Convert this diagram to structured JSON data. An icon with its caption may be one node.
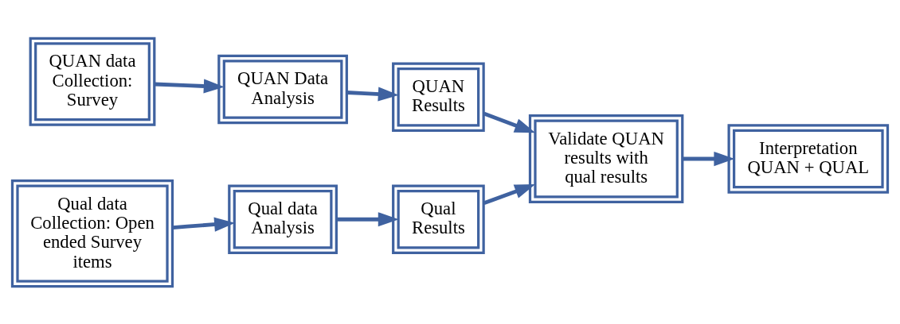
{
  "diagram": {
    "nodes": [
      {
        "text": [
          "QUAN data Collection: Survey"
        ]
      },
      {
        "text": [
          "QUAN Data Analysis"
        ]
      },
      {
        "text": [
          "QUAN Results"
        ]
      },
      {
        "text": [
          "Validate QUAN results with qual results"
        ]
      },
      {
        "text": [
          "Interpretation QUAN + QUAL"
        ]
      },
      {
        "text": [
          "Qual data Collection: Open ended Survey items"
        ]
      },
      {
        "text": [
          "Qual data Analysis"
        ]
      },
      {
        "text": [
          "Qual Results"
        ]
      }
    ],
    "edges": [
      {
        "from": 0,
        "to": 1,
        "arrow": "to"
      },
      {
        "from": 1,
        "to": 2,
        "arrow": "to"
      },
      {
        "from": 2,
        "to": 3,
        "arrow": "to"
      },
      {
        "from": 5,
        "to": 6,
        "arrow": "to"
      },
      {
        "from": 6,
        "to": 7,
        "arrow": "to"
      },
      {
        "from": 7,
        "to": 3,
        "arrow": "to"
      },
      {
        "from": 3,
        "to": 4,
        "arrow": "to"
      }
    ]
  }
}
